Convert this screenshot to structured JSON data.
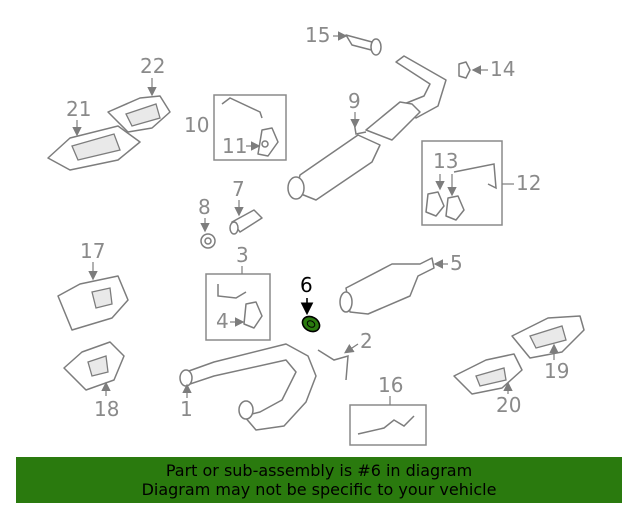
{
  "labels": {
    "p1": "1",
    "p2": "2",
    "p3": "3",
    "p4": "4",
    "p5": "5",
    "p6": "6",
    "p7": "7",
    "p8": "8",
    "p9": "9",
    "p10": "10",
    "p11": "11",
    "p12": "12",
    "p13": "13",
    "p14": "14",
    "p15": "15",
    "p16": "16",
    "p17": "17",
    "p18": "18",
    "p19": "19",
    "p20": "20",
    "p21": "21",
    "p22": "22"
  },
  "highlight_part": "6",
  "colors": {
    "banner": "#2a7a0e",
    "highlight": "#2a7a0e",
    "line": "#7d7d7d",
    "label": "#8a8a8a"
  },
  "banner": {
    "line1": "Part or sub-assembly is #6 in diagram",
    "line2": "Diagram may not be specific to your vehicle"
  }
}
